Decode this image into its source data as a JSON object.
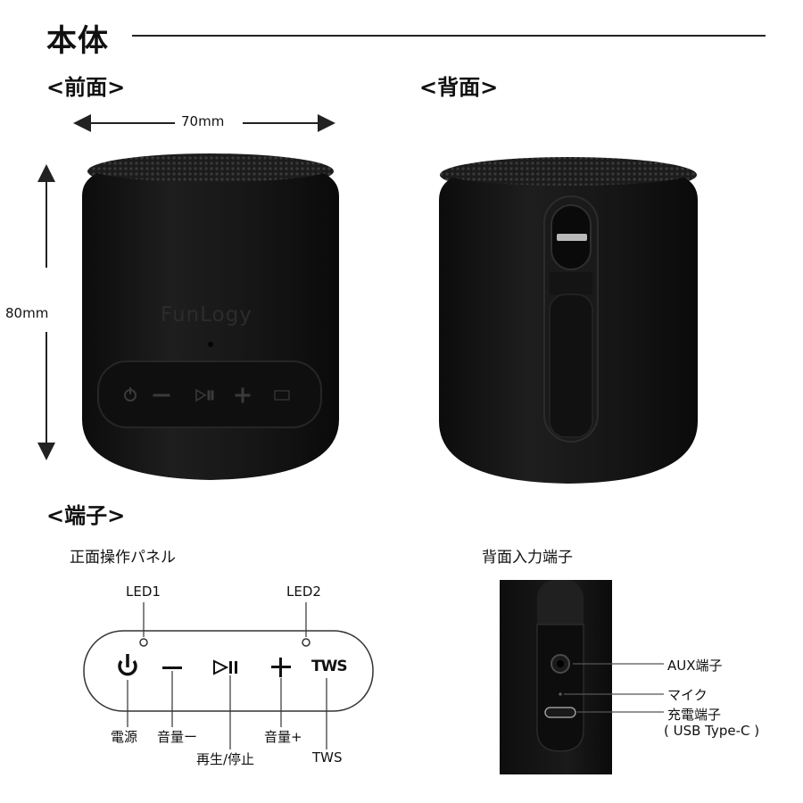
{
  "header": {
    "title": "本体"
  },
  "sections": {
    "front": "<前面>",
    "back": "<背面>",
    "terminals": "<端子>"
  },
  "dimensions": {
    "width": "70mm",
    "height": "80mm"
  },
  "brand": "FunLogy",
  "panel": {
    "title": "正面操作パネル",
    "led1": "LED1",
    "led2": "LED2",
    "tws_glyph": "TWS",
    "labels": {
      "power": "電源",
      "vol_down": "音量ー",
      "play_pause": "再生/停止",
      "vol_up": "音量+",
      "tws": "TWS"
    }
  },
  "rear": {
    "title": "背面入力端子",
    "aux": "AUX端子",
    "mic": "マイク",
    "charge": "充電端子",
    "charge_type": "( USB Type-C )"
  },
  "colors": {
    "speaker_body": "#141414",
    "mesh": "#2a2a2a",
    "line": "#222222"
  }
}
